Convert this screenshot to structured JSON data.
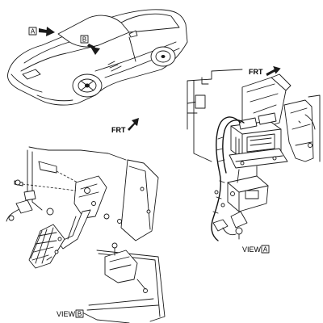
{
  "callouts": {
    "car_view_a": "A",
    "car_view_b": "B",
    "frt_top": "FRT",
    "frt_left": "FRT",
    "view_a_word": "VIEW",
    "view_a_letter": "A",
    "view_b_word": "VIEW",
    "view_b_letter": "B"
  }
}
